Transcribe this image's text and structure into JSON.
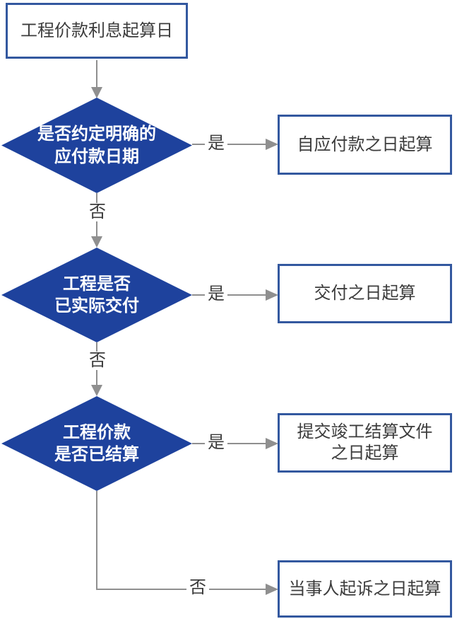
{
  "colors": {
    "diamond_fill": "#1e429d",
    "box_border": "#33589f",
    "node_text": "#3c3c3c",
    "line_color": "#8f8f8f",
    "diamond_text": "#ffffff",
    "bg": "#ffffff"
  },
  "flowchart": {
    "start": {
      "label": "工程价款利息起算日"
    },
    "decisions": [
      {
        "lines": [
          "是否约定明确的",
          "应付款日期"
        ]
      },
      {
        "lines": [
          "工程是否",
          "已实际交付"
        ]
      },
      {
        "lines": [
          "工程价款",
          "是否已结算"
        ]
      }
    ],
    "results": [
      {
        "lines": [
          "自应付款之日起算"
        ]
      },
      {
        "lines": [
          "交付之日起算"
        ]
      },
      {
        "lines": [
          "提交竣工结算文件",
          "之日起算"
        ]
      },
      {
        "lines": [
          "当事人起诉之日起算"
        ]
      }
    ],
    "edge_labels": {
      "yes": "是",
      "no": "否"
    }
  }
}
